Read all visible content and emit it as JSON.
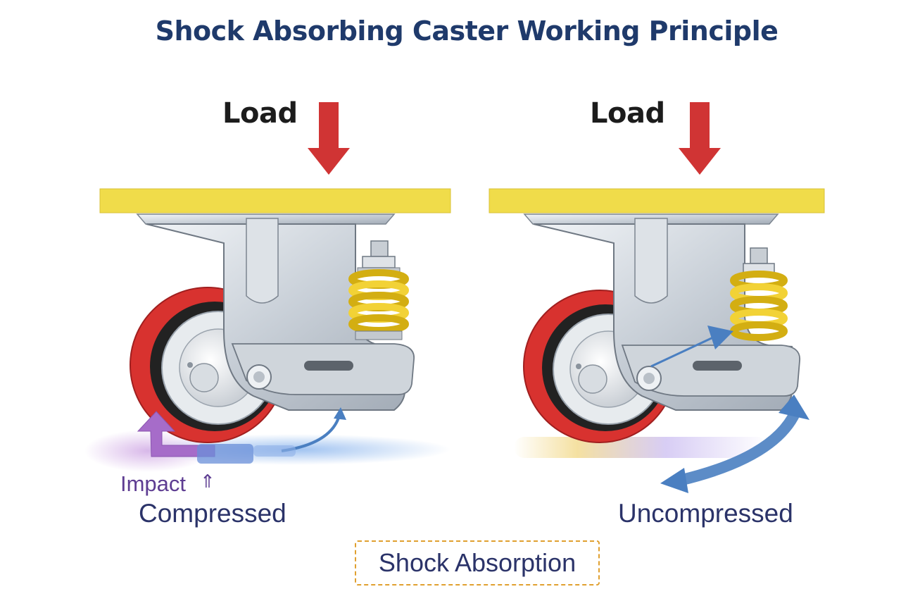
{
  "title": "Shock Absorbing Caster Working Principle",
  "left_caster": {
    "load_label": "Load",
    "impact_label": "Impact",
    "impact_arrow": "⇑",
    "state_label": "Compressed"
  },
  "right_caster": {
    "load_label": "Load",
    "state_label": "Uncompressed"
  },
  "caption": "Shock Absorption",
  "colors": {
    "title": "#1f3a6b",
    "load_arrow": "#d03434",
    "plate": "#f0dc4a",
    "wheel_tread": "#d8322f",
    "spring": "#f2d236",
    "impact": "#a66cc9",
    "rebound": "#4a7fc1",
    "caption_border": "#e0a030"
  }
}
